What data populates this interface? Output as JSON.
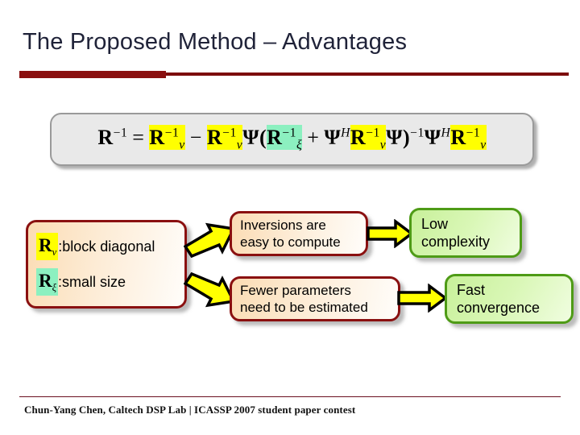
{
  "slide": {
    "title": "The Proposed Method – Advantages",
    "accent_color": "#8a0f0f",
    "title_color": "#1f2238"
  },
  "equation": {
    "plain_text": "R^-1 = Rv^-1 - Rv^-1 Psi ( Rxi^-1 + Psi^H Rv^-1 Psi )^-1 Psi^H Rv^-1",
    "tokens": {
      "r": "R",
      "equals": "=",
      "minus": "−",
      "plus": "+",
      "psi": "Ψ",
      "lparen": "(",
      "rparen": ")",
      "inv": "−1",
      "herm": "H",
      "sub_nu": "ν",
      "sub_xi": "ξ"
    },
    "highlight_yellow": "#ffff00",
    "highlight_green": "#8cf0c0",
    "panel_bg": "#e9e9e9"
  },
  "diagram": {
    "source_box": {
      "line1_symbol": "R",
      "line1_subscript": "ν",
      "line1_text": ":block diagonal",
      "line1_highlight": "#ffff00",
      "line2_symbol": "R",
      "line2_subscript": "ξ",
      "line2_text": ":small size",
      "line2_highlight": "#8cf0c0"
    },
    "middle": [
      {
        "line1": "Inversions are",
        "line2": "easy to compute"
      },
      {
        "line1": "Fewer parameters",
        "line2": "need to be estimated"
      }
    ],
    "results": [
      {
        "line1": "Low",
        "line2": "complexity"
      },
      {
        "line1": "Fast",
        "line2": "convergence"
      }
    ],
    "arrow_fill": "#ffff00",
    "arrow_stroke": "#000000",
    "peach_border": "#8a1010",
    "green_border": "#4e9b16"
  },
  "footer": {
    "text": "Chun-Yang Chen, Caltech DSP Lab | ICASSP 2007 student paper contest",
    "rule_color": "#6b1020"
  }
}
